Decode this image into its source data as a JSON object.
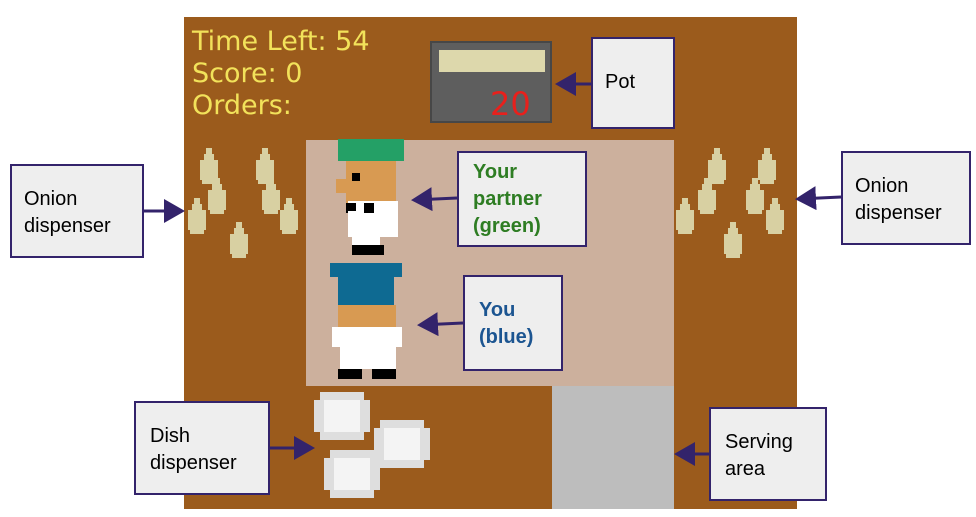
{
  "hud": {
    "time_left": "Time Left: 54",
    "score": "Score: 0",
    "orders": "Orders:"
  },
  "pot": {
    "timer": "20"
  },
  "labels": {
    "pot": "Pot",
    "onion_left_1": "Onion",
    "onion_left_2": "dispenser",
    "onion_right_1": "Onion",
    "onion_right_2": "dispenser",
    "partner_1": "Your",
    "partner_2": "partner",
    "partner_3": "(green)",
    "you_1": "You",
    "you_2": "(blue)",
    "dish_1": "Dish",
    "dish_2": "dispenser",
    "serving_1": "Serving",
    "serving_2": "area"
  },
  "colors": {
    "board": "#9b5b1c",
    "floor": "#ccb09d",
    "serving": "#bdbdbd",
    "hud_text": "#f2e25a",
    "timer": "#e8201c",
    "partner_hat": "#24a066",
    "player_hat": "#0e6a92",
    "partner_label": "#2e7d23",
    "you_label": "#1c5591",
    "arrow": "#33236b"
  }
}
